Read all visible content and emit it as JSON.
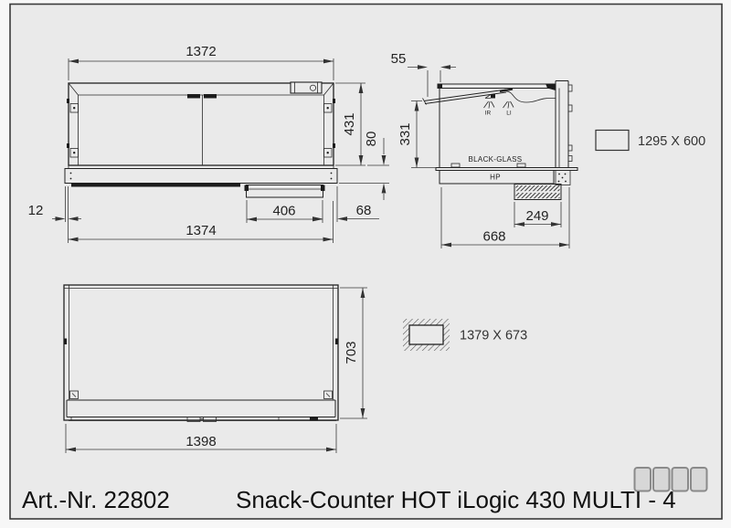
{
  "drawing": {
    "title_block": {
      "art_nr": "Art.-Nr. 22802",
      "product_name": "Snack-Counter HOT iLogic 430 MULTI - 4"
    },
    "front_view": {
      "dim_width_top": "1372",
      "dim_height_body": "431",
      "dim_height_base": "80",
      "dim_offset_left": "12",
      "dim_tray_width": "406",
      "dim_offset_right": "68",
      "dim_width_bottom": "1374"
    },
    "side_view": {
      "dim_glass_offset": "55",
      "dim_glass_height": "331",
      "dim_vent_width": "249",
      "dim_depth": "668",
      "label_glass": "BLACK-GLASS",
      "label_base": "HP",
      "label_ir": "IR",
      "label_li": "LI"
    },
    "top_view": {
      "dim_depth": "703",
      "dim_width": "1398"
    },
    "legends": {
      "plate_size": "1295 X 600",
      "cutout_size": "1379 X 673"
    },
    "colors": {
      "background": "#eaeaea",
      "line": "#222222",
      "title_text": "#111111"
    }
  }
}
